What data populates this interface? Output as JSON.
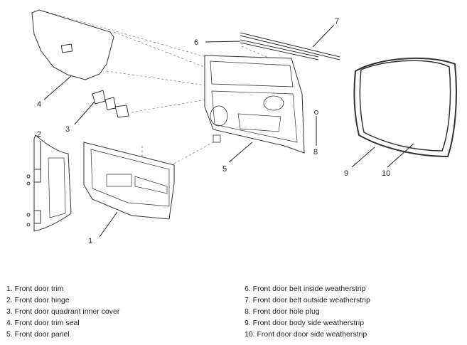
{
  "callouts": [
    "1",
    "2",
    "3",
    "4",
    "5",
    "6",
    "7",
    "8",
    "9",
    "10"
  ],
  "legend": {
    "left": [
      "1. Front door trim",
      "2. Front door hinge",
      "3. Front door quadrant inner cover",
      "4. Front door trim seal",
      "5. Front door panel"
    ],
    "right": [
      "6. Front door belt inside weatherstrip",
      "7. Front door belt outside weatherstrip",
      "8. Front door hole plug",
      "9. Front door body side weatherstrip",
      "10. Front door door side weatherstrip"
    ]
  }
}
